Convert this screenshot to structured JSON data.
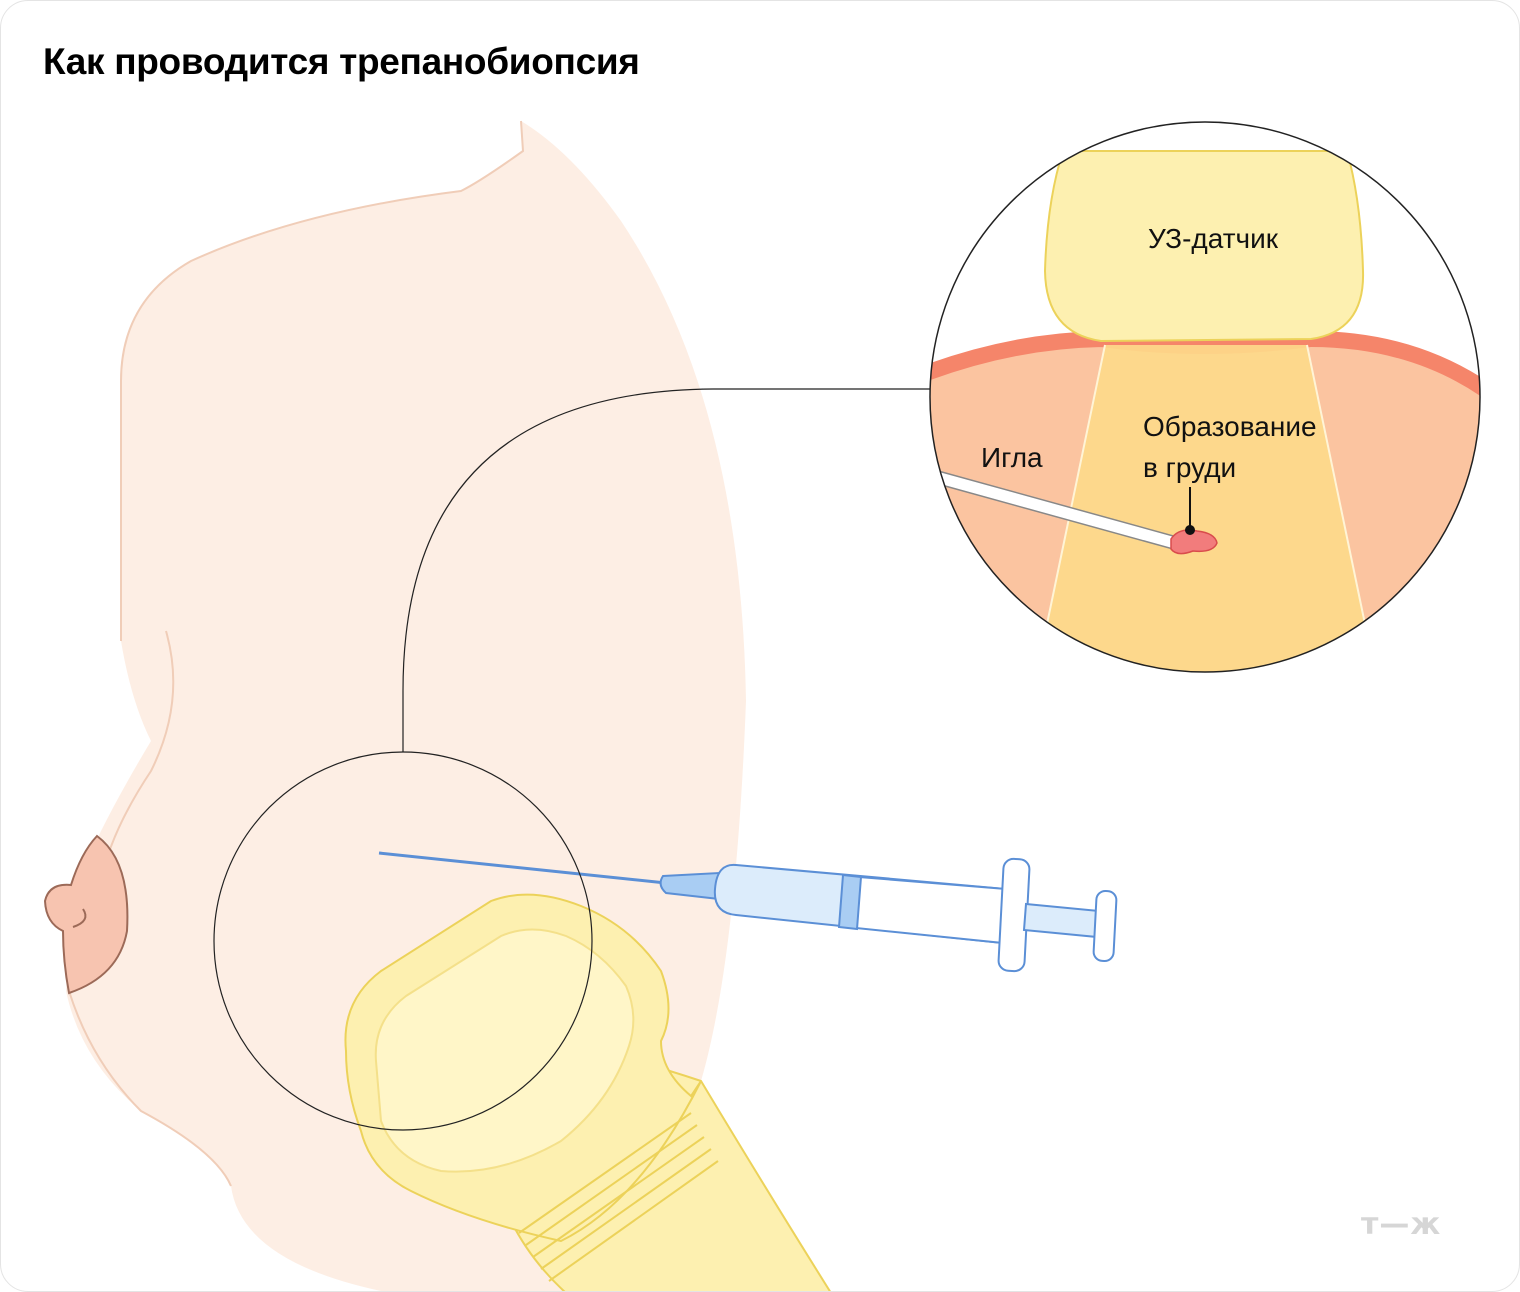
{
  "title": "Как проводится трепанобиопсия",
  "labels": {
    "probe": "УЗ-датчик",
    "needle": "Игла",
    "lesion_line1": "Образование",
    "lesion_line2": "в груди"
  },
  "logo": "т—ж",
  "colors": {
    "skin": "#fdeee4",
    "skin_outline": "#f0cdb8",
    "nipple": "#f7c4b0",
    "probe_fill": "#fdf0b0",
    "probe_outline": "#ecd25a",
    "tissue": "#fbc4a0",
    "skin_layer": "#f5856a",
    "ultrasound_beam": "#fdd98a",
    "lesion": "#f27c7c",
    "syringe_fill": "#dcecfb",
    "syringe_outline": "#5b8fd6",
    "needle_blue": "#6e9ce0"
  }
}
